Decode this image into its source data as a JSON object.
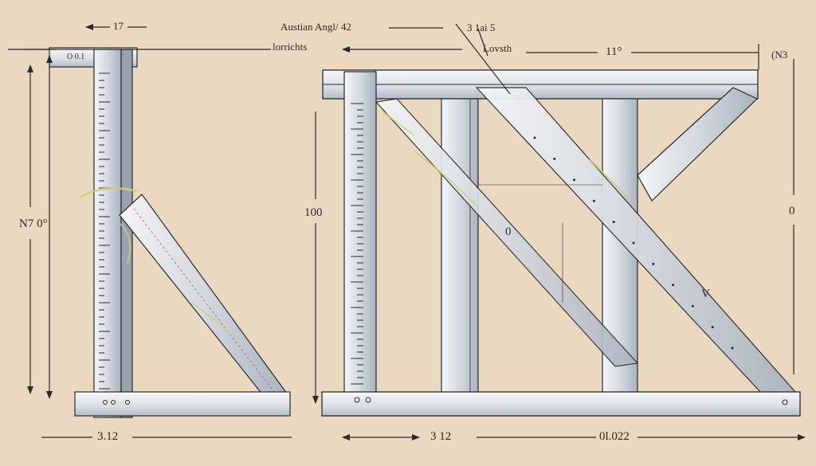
{
  "diagram": {
    "colors": {
      "background": "#ead8c0",
      "steel_light": "#e3e8ee",
      "steel_mid": "#c3cbd5",
      "steel_dark": "#8d98a6",
      "ink": "#2a2a2a",
      "accent_red": "#d46a6a",
      "accent_yellow": "#cfd07a"
    },
    "labels": {
      "top_left_dim": "17",
      "angle_title": "Austian Angl/ 42",
      "lengths": "lorrichts",
      "top_mid_small": "3 1ai 5",
      "length": "Lovsth",
      "top_dim_right": "11°",
      "top_right": "(N3",
      "ruler_tag": "O 0.1",
      "left_height": "N7  0°",
      "mid_height": "100",
      "right_height": "0",
      "bottom_left": "3.12",
      "bottom_mid": "3 12",
      "bottom_right": "0l.022",
      "diag_zero": "0",
      "diag_v": "V"
    }
  }
}
